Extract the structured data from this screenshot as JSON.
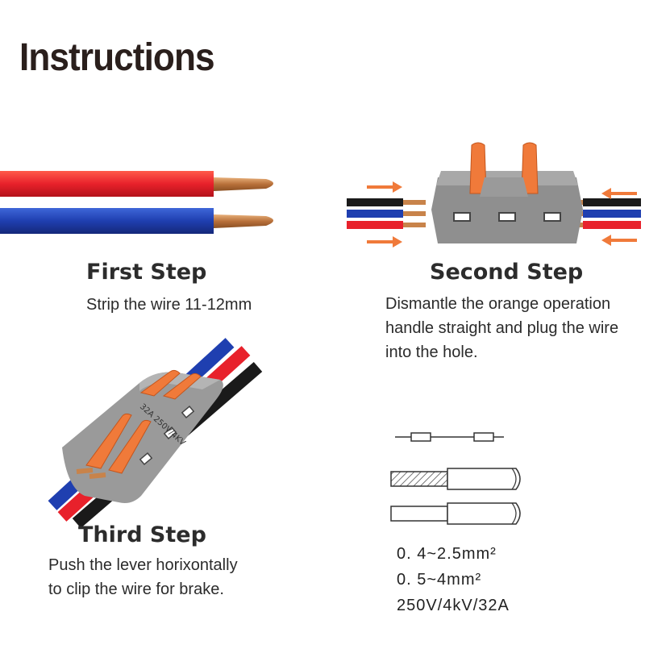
{
  "title": "Instructions",
  "steps": [
    {
      "heading": "First Step",
      "text": "Strip the wire 11-12mm"
    },
    {
      "heading": "Second Step",
      "lines": [
        "Dismantle the orange operation",
        "handle straight and plug the wire",
        "into the hole."
      ]
    },
    {
      "heading": "Third Step",
      "lines": [
        "Push the lever horixontally",
        "to clip the wire for  brake."
      ]
    }
  ],
  "connector_marking": "32A 250V/4KV",
  "specs": [
    "0. 4~2.5mm²",
    "0. 5~4mm²",
    "250V/4kV/32A"
  ],
  "colors": {
    "orange": "#f07a3a",
    "gray": "#8c8c8c",
    "red": "#e8212b",
    "blue": "#1f3fb0",
    "copper": "#c8834a",
    "black": "#1a1a1a"
  },
  "icons": [
    "arrow-right-icon",
    "arrow-left-icon",
    "wire-strip-diagram-icon"
  ]
}
